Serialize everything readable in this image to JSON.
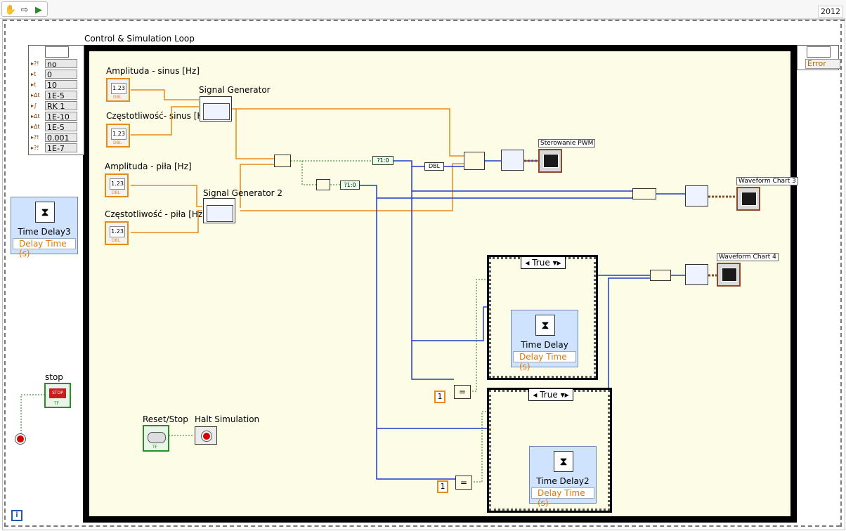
{
  "toolbar": {
    "version": "2012"
  },
  "loop": {
    "label": "Control & Simulation Loop"
  },
  "sim_params": [
    "no",
    "0",
    "10",
    "1E-5",
    "RK 1",
    "1E-10",
    "1E-5",
    "0.001",
    "1E-7"
  ],
  "error": {
    "label": "Error"
  },
  "controls": {
    "amp_sin": "Amplituda - sinus [Hz]",
    "freq_sin": "Częstotliwość- sinus [Hz]",
    "amp_saw": "Amplituda - piła [Hz]",
    "freq_saw": "Częstotliwość - piła [Hz]",
    "num": "1.23",
    "dbl": "DBL"
  },
  "blocks": {
    "sig1": "Signal Generator",
    "sig2": "Signal Generator 2",
    "dbl_conv": "DBL",
    "to_bool": "?1:0",
    "to_bool2": "?1:0"
  },
  "charts": {
    "pwm": "Sterowanie PWM",
    "wc3": "Waveform Chart 3",
    "wc4": "Waveform Chart 4"
  },
  "cases": {
    "case1": "True",
    "case2": "True"
  },
  "delays": {
    "td_outer": "Time Delay3",
    "td1": "Time Delay",
    "td2": "Time Delay2",
    "term": "Delay Time (s)"
  },
  "consts": {
    "c1": "1",
    "c2": "1"
  },
  "stop": {
    "label": "stop",
    "btn": "STOP",
    "tf": "TF"
  },
  "reset": {
    "label": "Reset/Stop",
    "tf": "TF"
  },
  "halt": {
    "label": "Halt Simulation"
  },
  "info": "i"
}
